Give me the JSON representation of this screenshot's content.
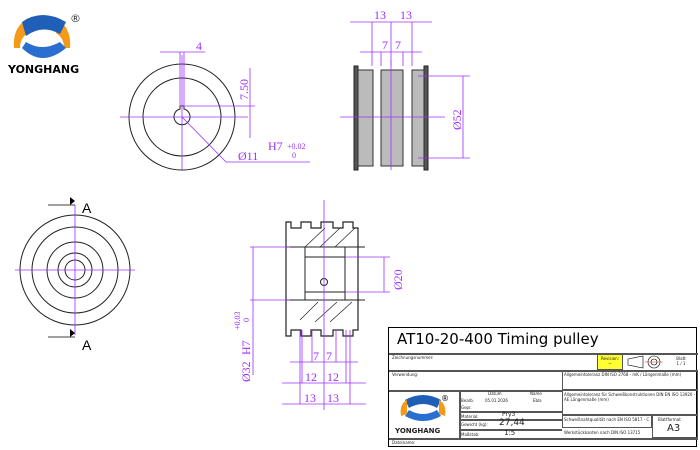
{
  "brand": {
    "name": "YONGHANG",
    "registered": "®",
    "colors": {
      "blue": "#1f5fb8",
      "orange": "#f39a1a"
    }
  },
  "top_view": {
    "key_width": "4",
    "key_depth": "7.50",
    "bore": "Ø11",
    "fit": "H7",
    "tol_upper": "+0.02",
    "tol_lower": "0"
  },
  "side_view": {
    "pitch_a": "13",
    "pitch_b": "13",
    "flange_a": "7",
    "flange_b": "7",
    "outer_diameter": "Ø52"
  },
  "front_view": {
    "section_label_top": "A",
    "section_label_bottom": "A"
  },
  "section_view": {
    "dia_inner": "Ø20",
    "dia_hub": "Ø32",
    "fit": "H7",
    "tol_upper": "+0.03",
    "tol_lower": "0",
    "d7a": "7",
    "d7b": "7",
    "d12a": "12",
    "d12b": "12",
    "d13a": "13",
    "d13b": "13"
  },
  "title_block": {
    "title": "AT10-20-400 Timing pulley",
    "drawing_number_label": "Zeichnungsnummer:",
    "revision_label": "Revision:",
    "revision_value": "–",
    "sheet_label": "Blatt",
    "sheet_value": "1 / 1",
    "usage_label": "Verwendung:",
    "general_tol_1": "Allgemeintoleranz DIN ISO 2768 - mK / Längenmaße (mm)",
    "general_tol_2": "Allgemeintoleranz für Schweißkonstruktionen DIN EN ISO 13920 - AE Längenmaße (mm)",
    "date_header": "Datum",
    "name_header": "Name",
    "drawn_label": "Bearb.",
    "drawn_date": "05.01.2026",
    "drawn_name": "Ebla",
    "checked_label": "Gepr.",
    "material_label": "Material:",
    "material_value": "Pry3",
    "weight_label": "Gewicht (kg):",
    "weight_value": "27,44",
    "scale_label": "Maßstab:",
    "scale_value": "1:5",
    "weld_quality": "Schweißnahtqualität nach EN ISO 5817 - C",
    "edges": "Werkstückkanten nach DIN ISO 13715",
    "format_label": "Blattformat",
    "format_value": "A3",
    "filename_label": "Dateiname:"
  }
}
